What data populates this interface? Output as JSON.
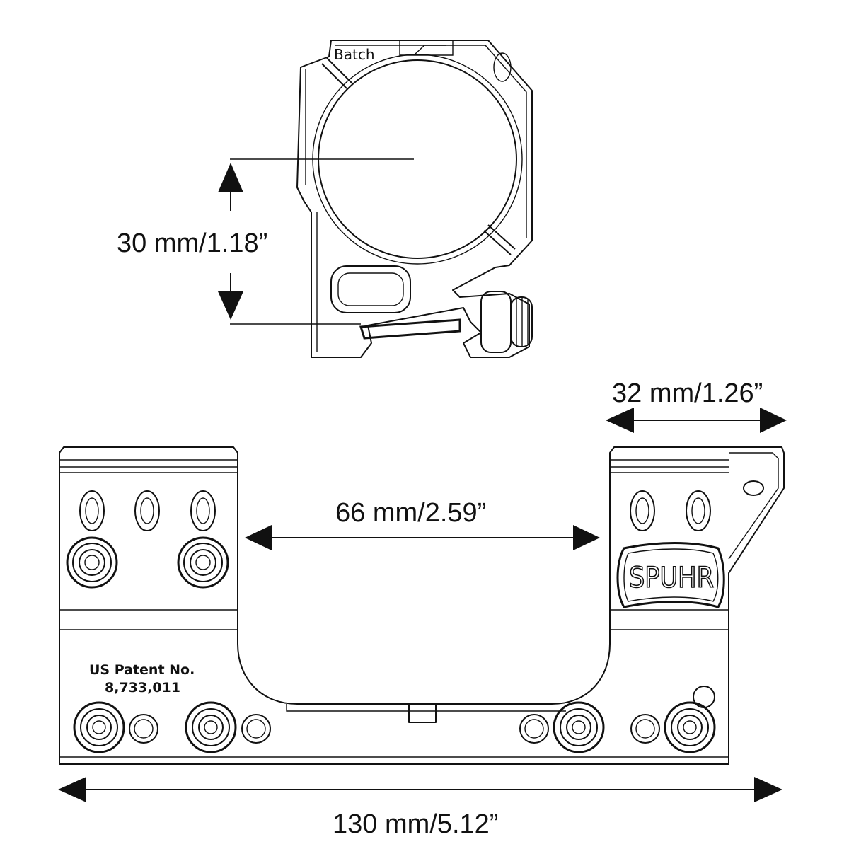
{
  "diagram": {
    "side_view": {
      "engraving": "Batch",
      "height_dimension": "30 mm/1.18”"
    },
    "front_view": {
      "ring_width_dimension": "32 mm/1.26”",
      "ring_spacing_dimension": "66 mm/2.59”",
      "overall_length_dimension": "130 mm/5.12”",
      "patent_label": "US Patent No.",
      "patent_number": "8,733,011",
      "brand_logo": "SPUHR"
    }
  }
}
